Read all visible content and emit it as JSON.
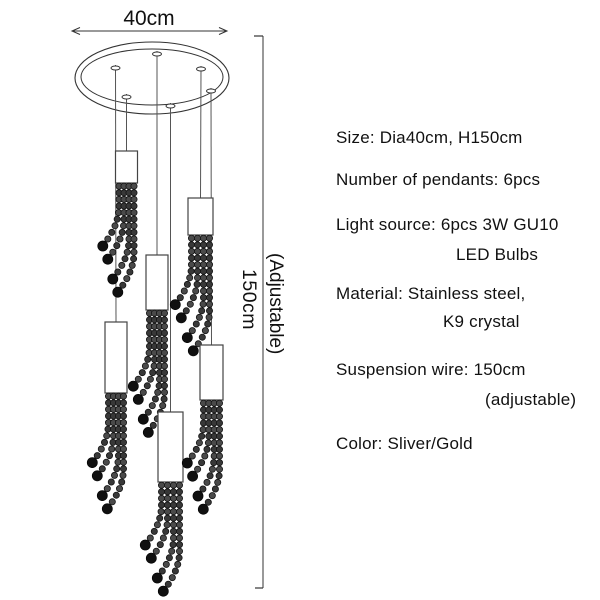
{
  "diagram": {
    "top_dimension_label": "40cm",
    "height_dimension_label": "150cm",
    "height_dimension_note": "(Adjustable)",
    "pendant_count": 6
  },
  "specs": {
    "lines": [
      {
        "label": "Size: Dia40cm, H150cm",
        "cont": ""
      },
      {
        "label": "Number of pendants: 6pcs",
        "cont": ""
      },
      {
        "label": "Light source: 6pcs 3W GU10",
        "cont": "LED Bulbs"
      },
      {
        "label": "Material: Stainless steel,",
        "cont": "K9 crystal"
      },
      {
        "label": "Suspension wire: 150cm",
        "cont": "(adjustable)"
      },
      {
        "label": "Color: Sliver/Gold",
        "cont": ""
      }
    ]
  },
  "colors": {
    "background": "#ffffff",
    "line": "#333333",
    "text": "#111111",
    "wire": "#555555",
    "bead": "#4a4a4a",
    "bead_dark": "#383838",
    "bead_end": "#101010"
  }
}
